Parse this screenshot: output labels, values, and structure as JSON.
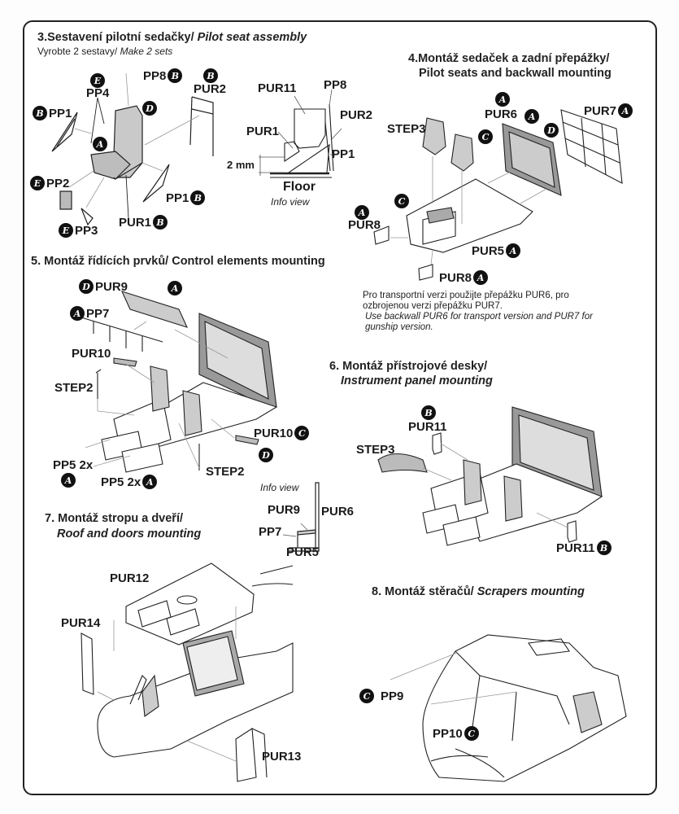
{
  "step3": {
    "title_cz": "3.Sestavení pilotní sedačky/ ",
    "title_en": "Pilot seat assembly",
    "sub_cz": "Vyrobte 2 sestavy/ ",
    "sub_en": "Make 2 sets",
    "labels": {
      "pp4": "PP4",
      "pp8": "PP8",
      "pur2": "PUR2",
      "pp1_left": "PP1",
      "pp2": "PP2",
      "pp3": "PP3",
      "pp1_right": "PP1",
      "pur1": "PUR1"
    },
    "badges": {
      "pp4": "E",
      "pp8": "B",
      "pur2": "B",
      "pp1_left": "B",
      "seat_a": "A",
      "seat_d": "D",
      "pp2": "E",
      "pp3": "E",
      "pp1_right": "B",
      "pur1": "B"
    },
    "info": {
      "pur11": "PUR11",
      "pp8": "PP8",
      "pur2": "PUR2",
      "pur1": "PUR1",
      "pp1": "PP1",
      "dimension": "2 mm",
      "floor": "Floor",
      "caption": "Info view"
    }
  },
  "step4": {
    "title_line1": "4.Montáž sedaček a zadní přepážky/",
    "title_line2": "Pilot seats and backwall mounting",
    "labels": {
      "pur6": "PUR6",
      "pur7": "PUR7",
      "step3": "STEP3",
      "pur8_left": "PUR8",
      "pur5": "PUR5",
      "pur8_bottom": "PUR8"
    },
    "badges": {
      "pur6": "A",
      "pur6_a": "A",
      "pur6_d": "D",
      "pur6_c": "C",
      "pur7": "A",
      "floor_c": "C",
      "pur8_left": "A",
      "pur5": "A",
      "pur8_bottom": "A"
    },
    "note_cz": "Pro transportní verzi použijte přepážku PUR6, pro ozbrojenou verzi  přepážku PUR7.",
    "note_en": "Use backwall PUR6 for transport version and PUR7 for gunship version."
  },
  "step5": {
    "title": "5. Montáž řídících prvků/ Control elements mounting",
    "labels": {
      "pur9": "PUR9",
      "pp7": "PP7",
      "pur10_left": "PUR10",
      "step2_left": "STEP2",
      "pur10_right": "PUR10",
      "pp5_left": "PP5 2x",
      "pp5_right": "PP5 2x",
      "step2_bottom": "STEP2"
    },
    "badges": {
      "pur9": "D",
      "pur9_a": "A",
      "pp7": "A",
      "pur10_right": "C",
      "pur10_d": "D",
      "pp5_left": "A",
      "pp5_right": "A"
    },
    "info": {
      "caption": "Info view",
      "pur9": "PUR9",
      "pur6": "PUR6",
      "pp7": "PP7",
      "pur5": "PUR5"
    }
  },
  "step6": {
    "title_line1": "6. Montáž přístrojové desky/",
    "title_line2": "Instrument panel mounting",
    "labels": {
      "pur11_top": "PUR11",
      "step3": "STEP3",
      "pur11_bottom": "PUR11"
    },
    "badges": {
      "pur11_top": "B",
      "pur11_bottom": "B"
    }
  },
  "step7": {
    "title_line1": "7. Montáž stropu a dveří/",
    "title_line2": "Roof and doors mounting",
    "labels": {
      "pur12": "PUR12",
      "pur14": "PUR14",
      "pur13": "PUR13"
    }
  },
  "step8": {
    "title_cz": "8. Montáž stěračů/ ",
    "title_en": "Scrapers mounting",
    "labels": {
      "pp9": "PP9",
      "pp10": "PP10"
    },
    "badges": {
      "pp9": "C",
      "pp10": "C"
    }
  }
}
